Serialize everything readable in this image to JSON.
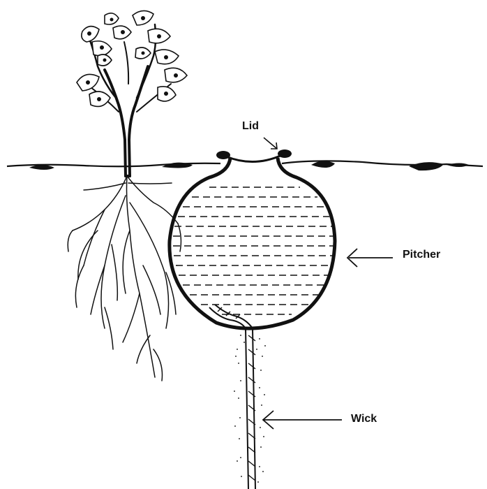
{
  "labels": {
    "lid": "Lid",
    "pitcher": "Pitcher",
    "wick": "Wick"
  },
  "colors": {
    "ink": "#111111",
    "background": "#ffffff",
    "soil_dots": "#333333"
  },
  "parts": [
    "plant",
    "roots",
    "ground-line",
    "pitcher-pot",
    "water",
    "lid",
    "wick",
    "moist-soil"
  ]
}
